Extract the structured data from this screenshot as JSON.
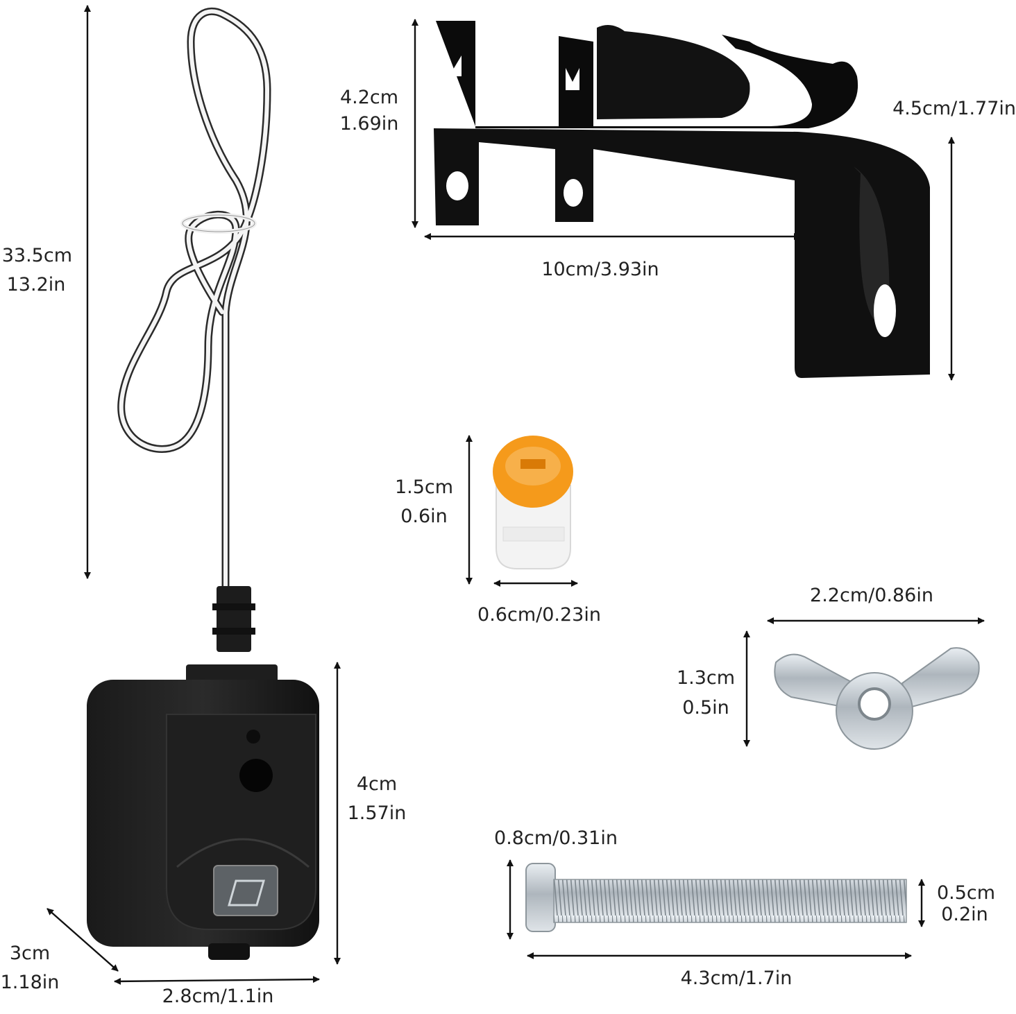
{
  "cable": {
    "length_cm": "33.5cm",
    "length_in": "13.2in"
  },
  "bracket": {
    "height_cm": "4.2cm",
    "height_in": "1.69in",
    "width": "10cm/3.93in",
    "depth": "4.5cm/1.77in"
  },
  "connector": {
    "height_cm": "1.5cm",
    "height_in": "0.6in",
    "width": "0.6cm/0.23in",
    "color": "#f59a1b"
  },
  "wing_nut": {
    "width": "2.2cm/0.86in",
    "height_cm": "1.3cm",
    "height_in": "0.5in"
  },
  "bolt": {
    "head": "0.8cm/0.31in",
    "thread_cm": "0.5cm",
    "thread_in": "0.2in",
    "length": "4.3cm/1.7in"
  },
  "sensor": {
    "height_cm": "4cm",
    "height_in": "1.57in",
    "depth_cm": "3cm",
    "depth_in": "1.18in",
    "width": "2.8cm/1.1in"
  }
}
